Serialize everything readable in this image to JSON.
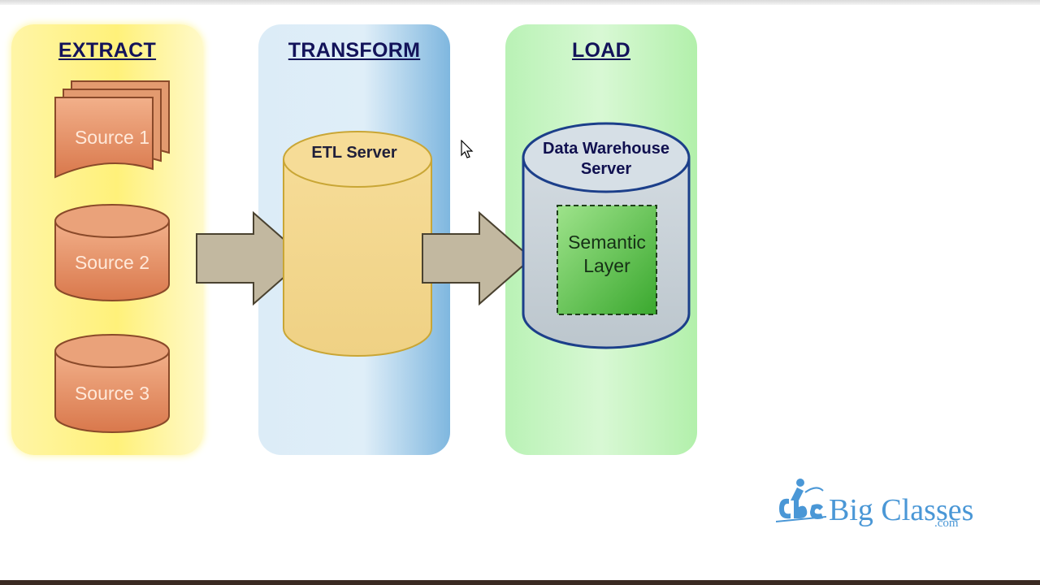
{
  "stages": {
    "extract": "EXTRACT",
    "transform": "TRANSFORM",
    "load": "LOAD"
  },
  "nodes": {
    "source_1": "Source 1",
    "source_2": "Source 2",
    "source_3": "Source 3",
    "etl_server": "ETL Server",
    "dw_server": "Data Warehouse Server",
    "semantic_layer": "Semantic Layer"
  },
  "logo": {
    "brand": "Big Classes",
    "suffix": ".com"
  },
  "colors": {
    "extract_panel": "#fff17a",
    "transform_panel": "#dfeef8",
    "load_panel": "#c9f5c4",
    "source_fill": "#e08a5e",
    "etl_fill": "#f3d58c",
    "dw_fill": "#c9d3da",
    "semantic_fill": "#5ec44c",
    "arrow_fill": "#c2b8a0",
    "title_text": "#13135a",
    "logo_text": "#4a97d6"
  }
}
